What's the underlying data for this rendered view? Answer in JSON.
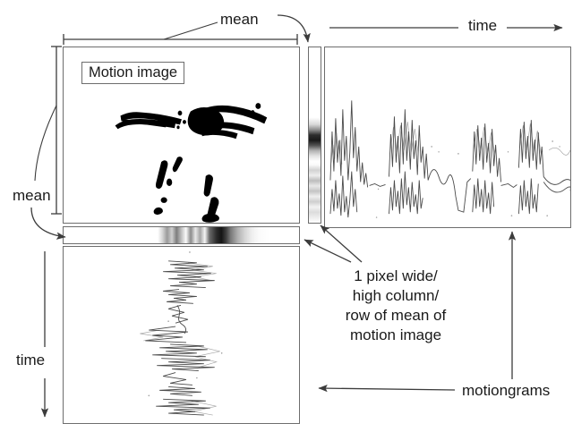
{
  "figure": {
    "title_label": "Motion image",
    "labels": {
      "mean_top": "mean",
      "mean_left": "mean",
      "time_top": "time",
      "time_left": "time",
      "motiongrams": "motiongrams",
      "pixel_note_line1": "1 pixel wide/",
      "pixel_note_line2": "high column/",
      "pixel_note_line3": "row of mean of",
      "pixel_note_line4": "motion image"
    },
    "colors": {
      "border": "#6d6d6d",
      "text": "#1a1a1a",
      "annotation": "#4a4a4a",
      "background": "#ffffff"
    },
    "panels": [
      {
        "name": "motion-image",
        "role": "source video frame difference image"
      },
      {
        "name": "mean-column-strip",
        "role": "1 pixel wide column of mean of motion image"
      },
      {
        "name": "mean-row-strip",
        "role": "1 pixel high row of mean of motion image"
      },
      {
        "name": "motiongram-horizontal",
        "role": "horizontal motiongram, time along x axis"
      },
      {
        "name": "motiongram-vertical",
        "role": "vertical motiongram, time along y axis"
      }
    ]
  }
}
